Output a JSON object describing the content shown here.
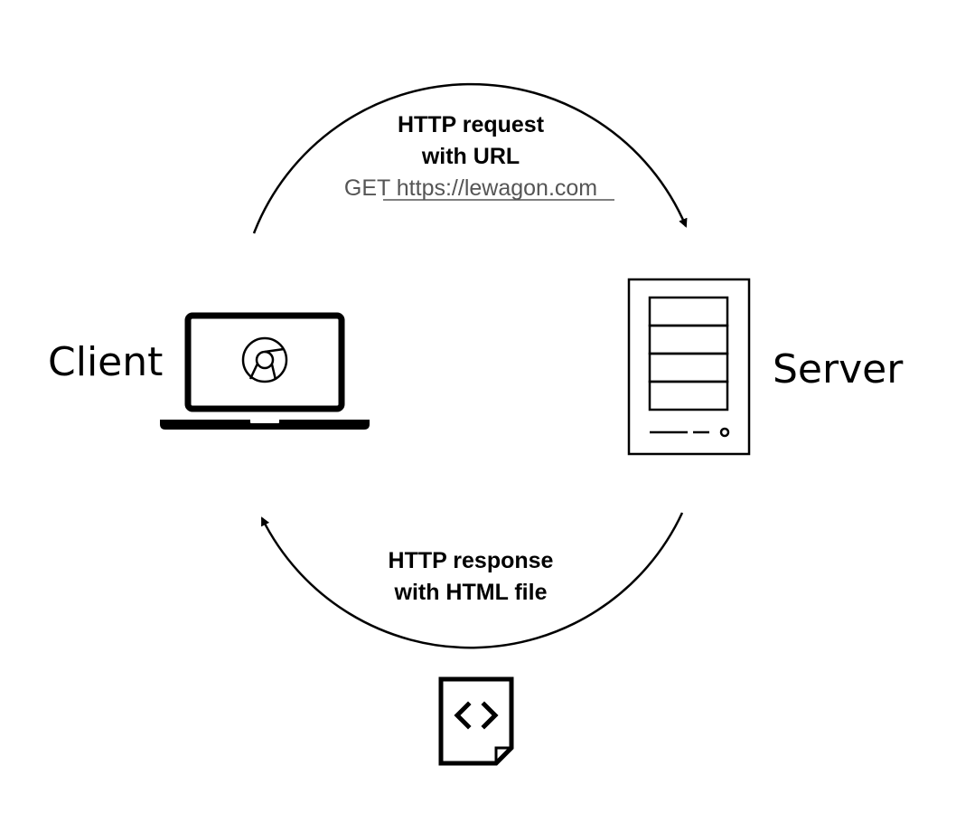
{
  "request": {
    "line1": "HTTP request",
    "line2": "with URL",
    "method": "GET",
    "url": "https://lewagon.com"
  },
  "response": {
    "line1": "HTTP response",
    "line2": "with HTML file"
  },
  "client": {
    "label": "Client",
    "icon": "laptop-icon",
    "browser_icon": "chrome-icon"
  },
  "server": {
    "label": "Server",
    "icon": "server-icon"
  },
  "file": {
    "icon": "html-file-icon"
  },
  "colors": {
    "stroke": "#000000",
    "muted_text": "#555555"
  }
}
